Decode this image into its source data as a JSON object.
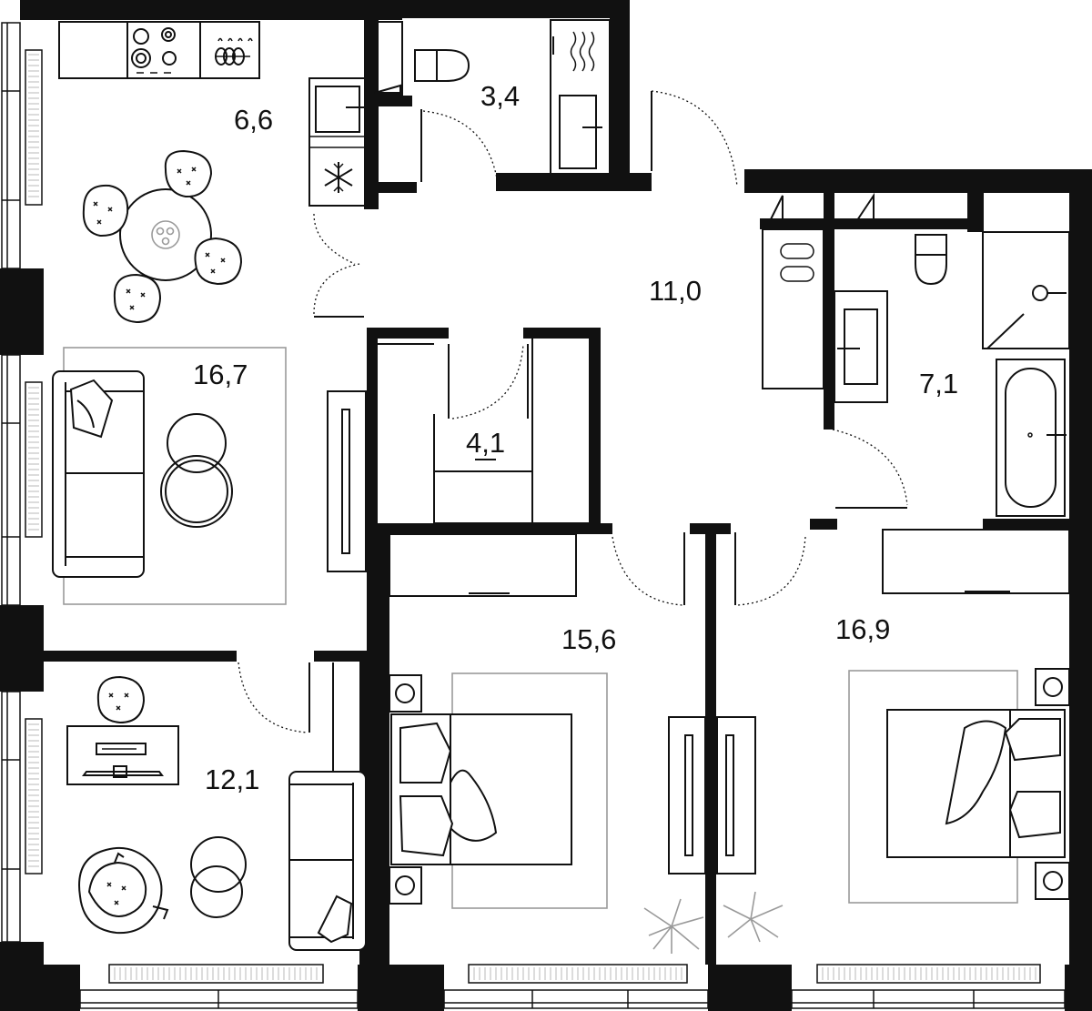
{
  "rooms": {
    "kitchen": {
      "area": "6,6"
    },
    "toilet": {
      "area": "3,4"
    },
    "hall": {
      "area": "11,0"
    },
    "living": {
      "area": "16,7"
    },
    "wardrobe": {
      "area": "4,1"
    },
    "bathroom": {
      "area": "7,1"
    },
    "bedroom_1": {
      "area": "15,6"
    },
    "bedroom_2": {
      "area": "16,9"
    },
    "study": {
      "area": "12,1"
    }
  },
  "colors": {
    "wall": "#111111",
    "background": "#ffffff",
    "rug": "#9a9a9a"
  }
}
